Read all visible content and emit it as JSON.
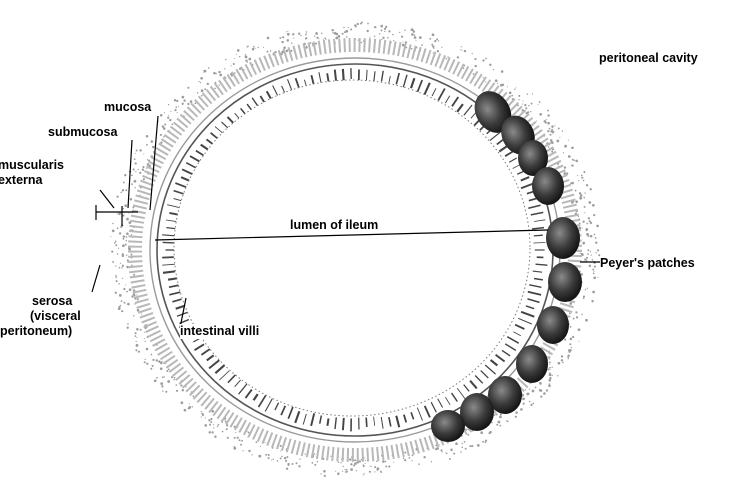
{
  "labels": {
    "peritoneal_cavity": "peritoneal cavity",
    "mucosa": "mucosa",
    "submucosa": "submucosa",
    "muscularis_externa": [
      "muscularis",
      "externa"
    ],
    "lumen": "lumen of ileum",
    "peyers_patches": "Peyer's patches",
    "serosa": [
      "serosa",
      "(visceral",
      "peritoneum)"
    ],
    "intestinal_villi": "intestinal villi"
  },
  "colors": {
    "ink": "#000000",
    "tissue": "#6e6e6e",
    "peyer_nodule": "#2f2f2f",
    "background": "#ffffff"
  }
}
